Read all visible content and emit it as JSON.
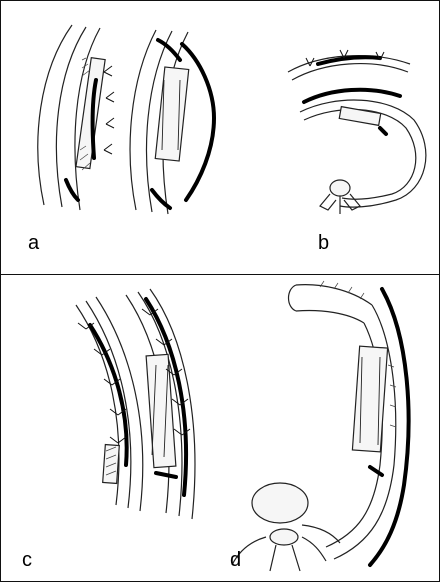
{
  "figure": {
    "panel_labels": {
      "a": "a",
      "b": "b",
      "c": "c",
      "d": "d"
    }
  }
}
